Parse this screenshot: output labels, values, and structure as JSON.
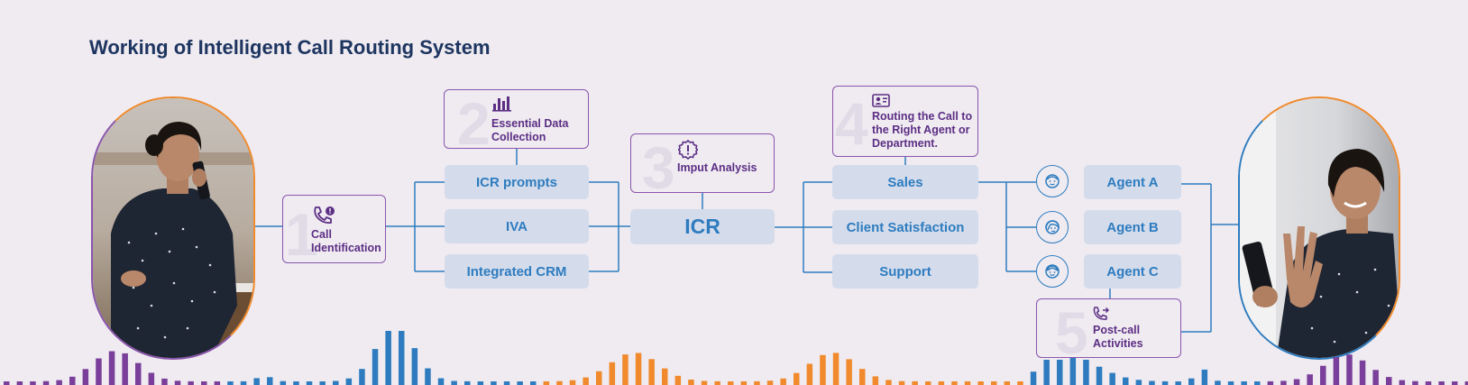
{
  "title": "Working of Intelligent Call Routing System",
  "steps": [
    {
      "num": "1",
      "label": "Call Identification",
      "icon": "phone-alert-icon"
    },
    {
      "num": "2",
      "label": "Essential Data Collection",
      "icon": "bar-chart-icon"
    },
    {
      "num": "3",
      "label": "Imput Analysis",
      "icon": "alert-badge-icon"
    },
    {
      "num": "4",
      "label": "Routing the Call to the Right Agent or Department.",
      "icon": "contact-card-icon"
    },
    {
      "num": "5",
      "label": "Post-call Activities",
      "icon": "phone-forward-icon"
    }
  ],
  "sources": [
    "ICR prompts",
    "IVA",
    "Integrated CRM"
  ],
  "hub": "ICR",
  "departments": [
    "Sales",
    "Client Satisfaction",
    "Support"
  ],
  "agents": [
    "Agent A",
    "Agent B",
    "Agent C"
  ],
  "colors": {
    "title": "#1e3560",
    "accent_blue": "#2e7cbf",
    "accent_purple": "#8a55ac",
    "accent_orange": "#f08a2c",
    "pill_bg": "#d4dcec",
    "background": "#efebf1"
  }
}
